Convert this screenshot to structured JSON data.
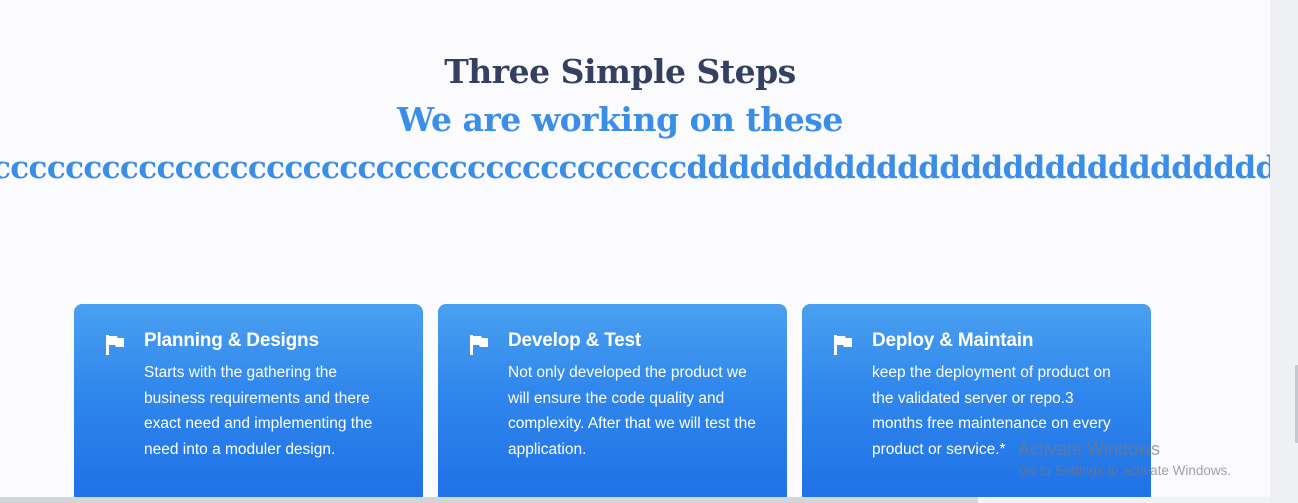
{
  "section": {
    "title": "Three Simple Steps",
    "subtitle": "We are working on these",
    "overflow_text": "ccccccccccccccccccccccccccccccccccccccddddddddddddddddddddddddddddd"
  },
  "steps": [
    {
      "icon": "flag-icon",
      "title": "Planning & Designs",
      "body": "Starts with the gathering the business requirements and there exact need and implementing the need into a moduler design."
    },
    {
      "icon": "flag-icon",
      "title": "Develop & Test",
      "body": "Not only developed the product we will ensure the code quality and complexity. After that we will test the application."
    },
    {
      "icon": "flag-icon",
      "title": "Deploy & Maintain",
      "body": "keep the deployment of product on the validated server or repo.3 months free maintenance on every product or service.*"
    }
  ],
  "watermark": {
    "title": "Activate Windows",
    "subtitle": "Go to Settings to activate Windows."
  },
  "colors": {
    "heading": "#34405f",
    "accent": "#3a8ee8",
    "card_top": "#4aa0f0",
    "card_bottom": "#1f70e6",
    "background": "#fbfbfe"
  }
}
